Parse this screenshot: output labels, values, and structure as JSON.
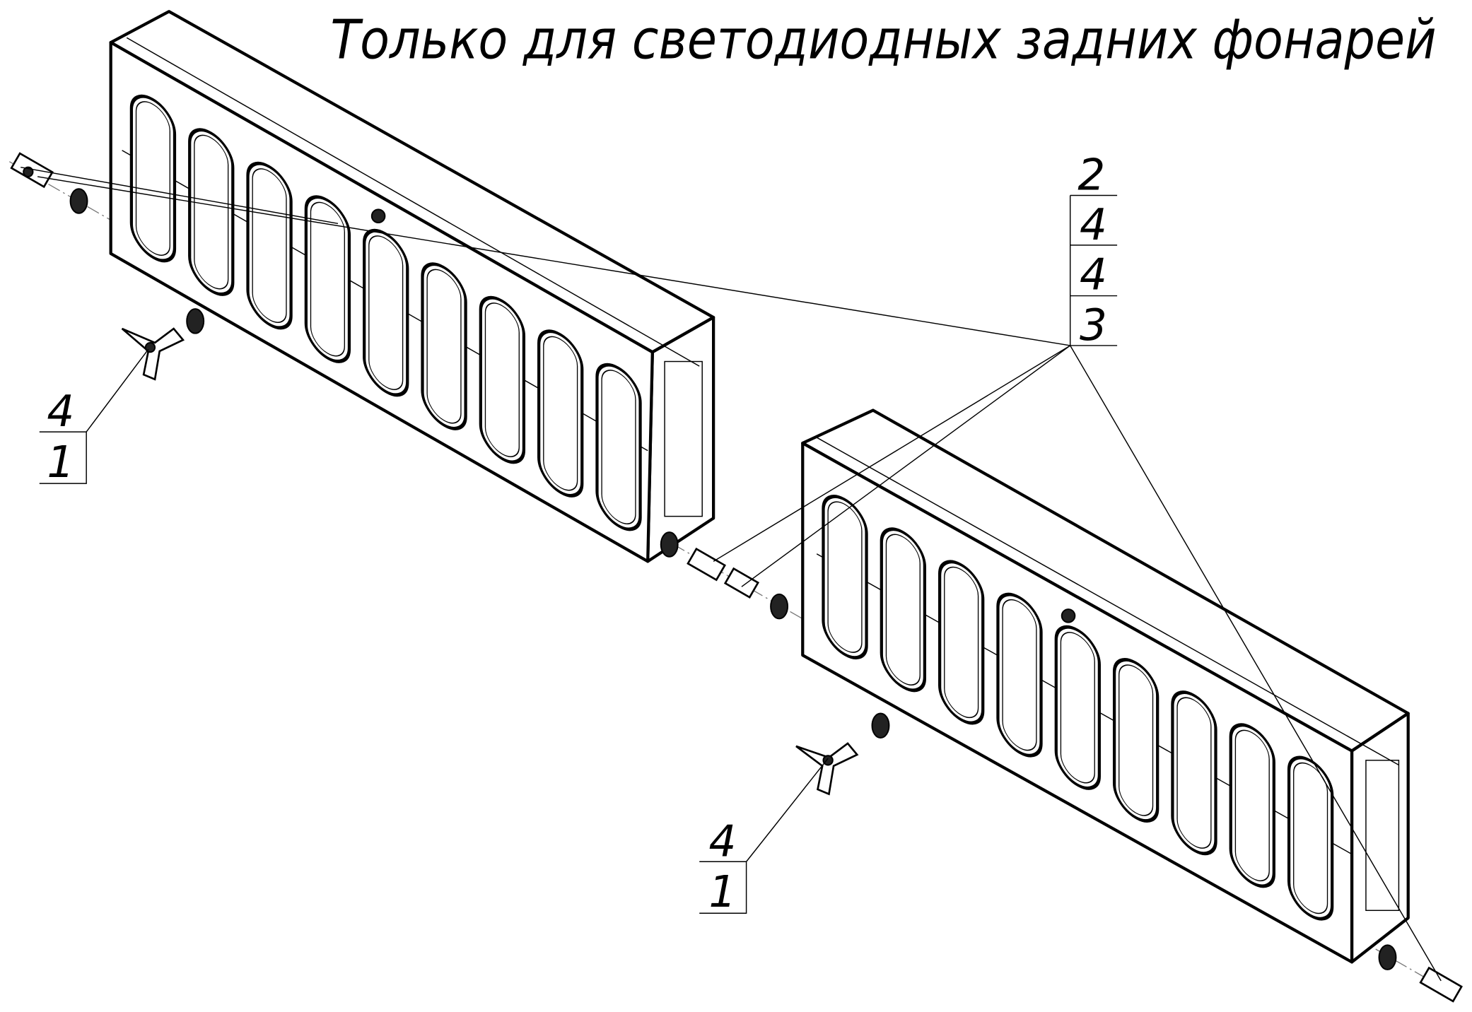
{
  "title": "Только для светодиодных задних фонарей",
  "callouts": {
    "center_stack": [
      "2",
      "4",
      "4",
      "3"
    ],
    "left_wingnut": [
      "4",
      "1"
    ],
    "right_wingnut": [
      "4",
      "1"
    ]
  }
}
